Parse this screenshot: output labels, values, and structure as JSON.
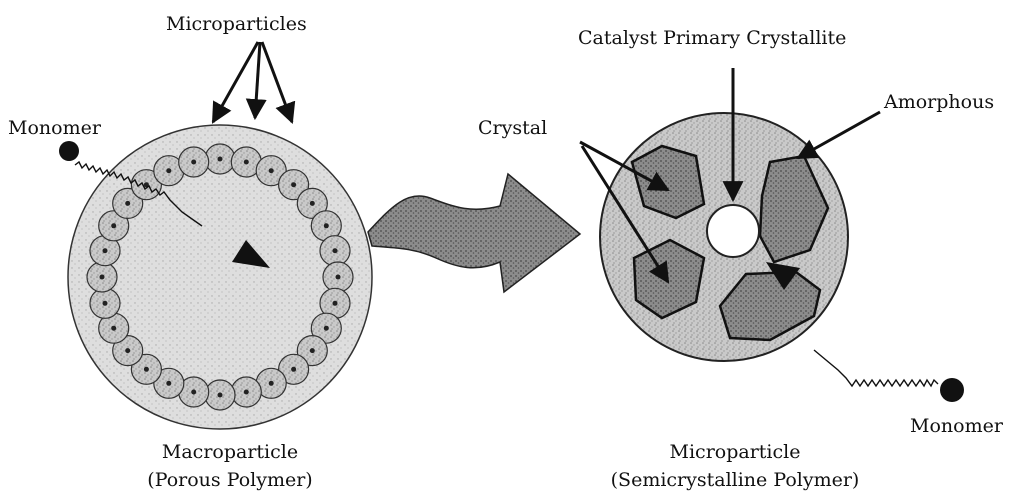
{
  "left": {
    "microparticles_label": "Microparticles",
    "monomer_label": "Monomer",
    "title_line1": "Macroparticle",
    "title_line2": "(Porous Polymer)"
  },
  "right": {
    "catalyst_label": "Catalyst Primary Crystallite",
    "amorphous_label": "Amorphous",
    "crystal_label": "Crystal",
    "monomer_label": "Monomer",
    "title_line1": "Microparticle",
    "title_line2": "(Semicrystalline Polymer)"
  }
}
